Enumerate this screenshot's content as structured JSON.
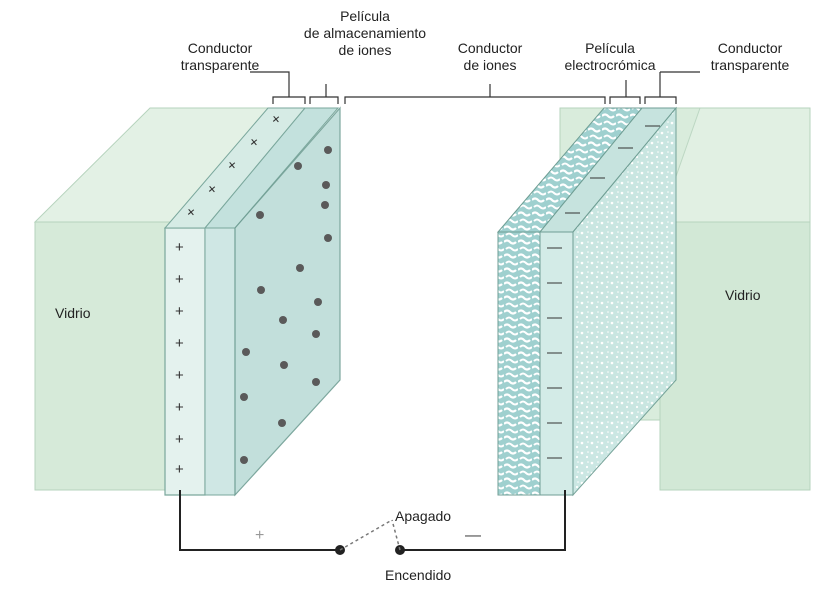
{
  "labels": {
    "conductor_left_1": "Conductor",
    "conductor_left_2": "transparente",
    "storage_1": "Película",
    "storage_2": "de almacenamiento",
    "storage_3": "de iones",
    "ion_conductor_1": "Conductor",
    "ion_conductor_2": "de iones",
    "electrochromic_1": "Película",
    "electrochromic_2": "electrocrómica",
    "conductor_right_1": "Conductor",
    "conductor_right_2": "transparente",
    "glass_left": "Vidrio",
    "glass_right": "Vidrio",
    "switch_off": "Apagado",
    "switch_on": "Encendido"
  },
  "signs": {
    "plus": "+",
    "minus": "—"
  },
  "colors": {
    "glass": "#cfe6d3",
    "glass_edge": "#aac9b3",
    "conductor": "#d8ece6",
    "storage": "#b9dbd8",
    "electrochromic": "#9fd0cf",
    "ion_dot": "#555555",
    "wire": "#222222"
  }
}
